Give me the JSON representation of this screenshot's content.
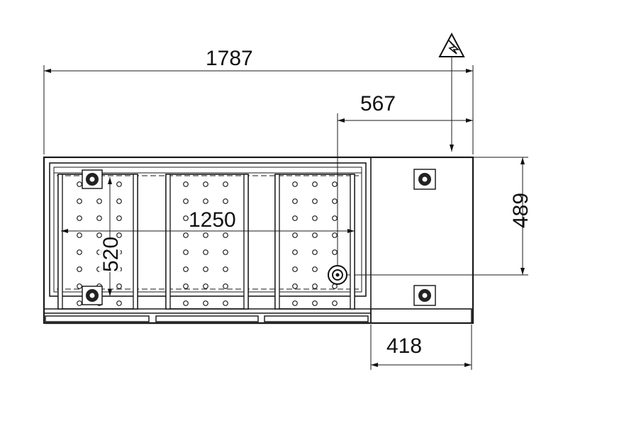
{
  "drawing": {
    "dimensions": {
      "overall_width": "1787",
      "compartment_offset": "567",
      "depth": "489",
      "inner_width": "1250",
      "inner_depth": "520",
      "compartment_width": "418"
    },
    "symbols": {
      "electrical_warning": "electrical-warning-icon"
    },
    "shelves": {
      "count": 3,
      "hole_rows": 8,
      "hole_columns": 3
    }
  }
}
